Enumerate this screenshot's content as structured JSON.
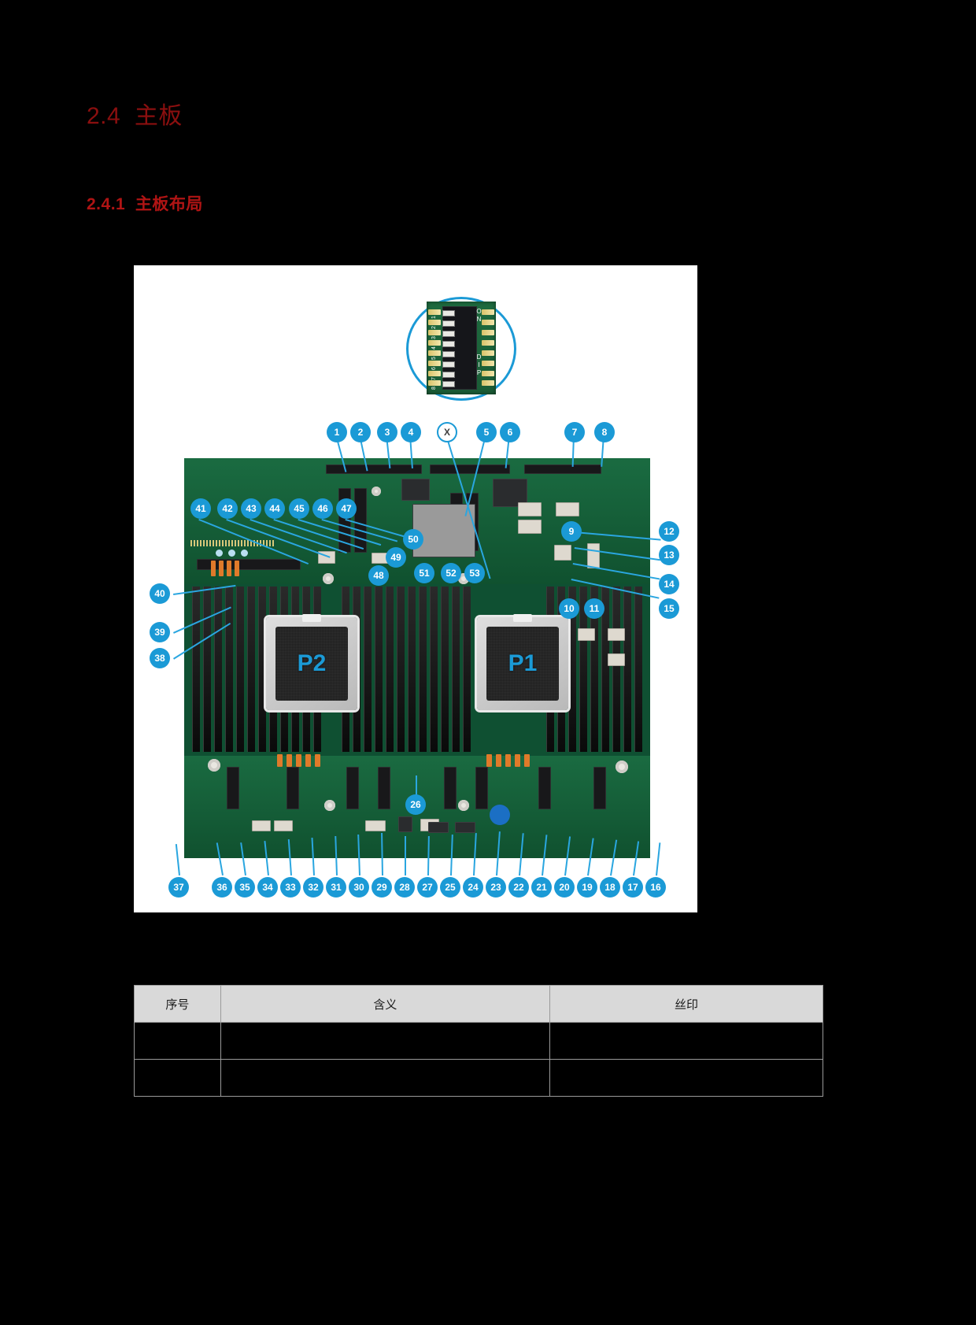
{
  "document": {
    "section_heading": "2.4  主板",
    "subsection_heading": "2.4.1  主板布局",
    "accent_red": "#8b0f0f",
    "accent_blue": "#1b9ad6"
  },
  "figure": {
    "name": "motherboard-layout-diagram",
    "cpu_labels": [
      "P2",
      "P1"
    ],
    "dip_switch": {
      "label_on": "ON",
      "label_dip": "DIP",
      "positions": [
        "1",
        "2",
        "3",
        "4",
        "5",
        "6",
        "7",
        "8"
      ]
    },
    "callouts_top": [
      "1",
      "2",
      "3",
      "4",
      "X",
      "5",
      "6",
      "7",
      "8"
    ],
    "callouts_left_upper": [
      "41",
      "42",
      "43",
      "44",
      "45",
      "46",
      "47"
    ],
    "callouts_center": [
      "50",
      "49",
      "48",
      "51",
      "52",
      "53"
    ],
    "callouts_right": [
      "9",
      "12",
      "13",
      "14",
      "15",
      "10",
      "11"
    ],
    "callouts_left_lower": [
      "40",
      "39",
      "38"
    ],
    "callouts_bottom": [
      "37",
      "36",
      "35",
      "34",
      "33",
      "32",
      "31",
      "30",
      "29",
      "28",
      "27",
      "26",
      "25",
      "24",
      "23",
      "22",
      "21",
      "20",
      "19",
      "18",
      "17",
      "16"
    ],
    "callout_26": "26"
  },
  "table": {
    "name": "component-legend-table",
    "headers": [
      "序号",
      "含义",
      "丝印"
    ],
    "rows": [
      [
        "",
        "",
        ""
      ],
      [
        "",
        "",
        ""
      ]
    ]
  }
}
